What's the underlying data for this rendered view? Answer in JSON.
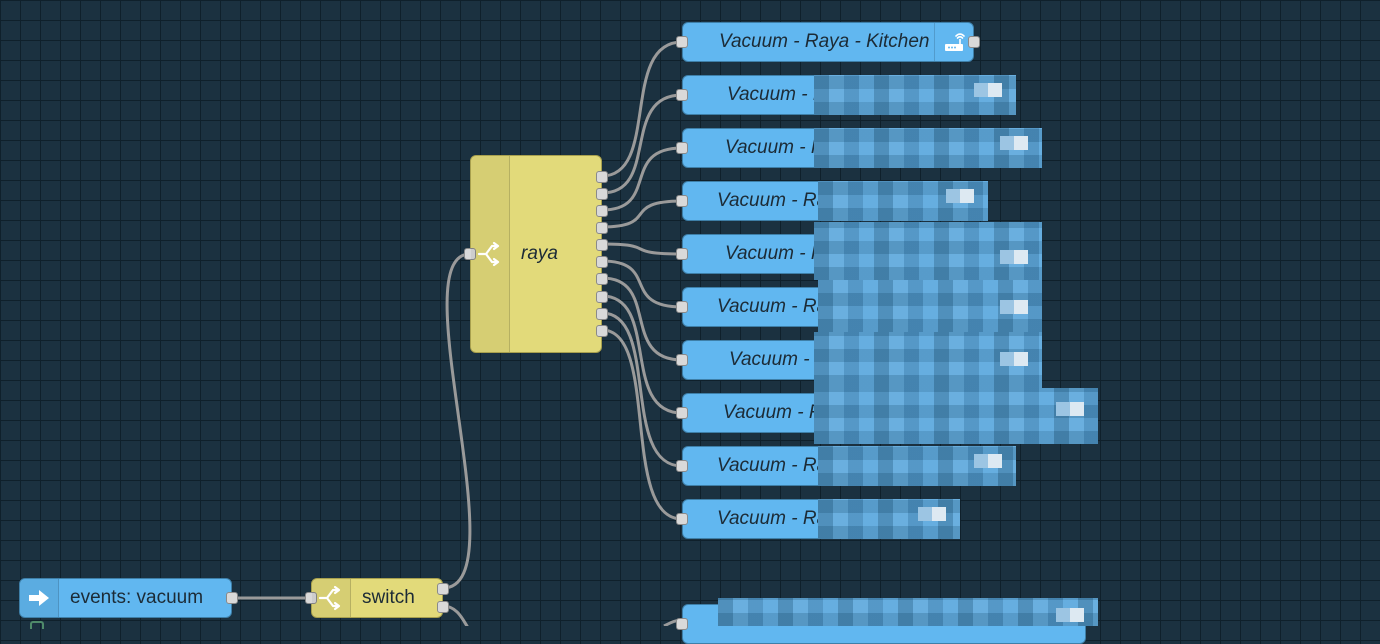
{
  "canvas": {
    "background": "#1b3140",
    "grid_color": "#0f202b",
    "wire_color": "#9a9a9a"
  },
  "nodes": {
    "inject": {
      "label": "events: vacuum",
      "icon": "arrow-right-icon",
      "color": "#61b7f0"
    },
    "switch": {
      "label": "switch",
      "icon": "switch-icon",
      "color": "#e2da7a"
    },
    "raya": {
      "label": "raya",
      "icon": "switch-icon",
      "color": "#e2da7a"
    },
    "outputs": [
      {
        "label": "Vacuum - Raya - Kitchen",
        "icon": "router-icon"
      },
      {
        "label": "Vacuum - R"
      },
      {
        "label": "Vacuum - R"
      },
      {
        "label": "Vacuum - Ra"
      },
      {
        "label": "Vacuum - R"
      },
      {
        "label": "Vacuum - Ra"
      },
      {
        "label": "Vacuum - R"
      },
      {
        "label": "Vacuum - R"
      },
      {
        "label": "Vacuum - Ra"
      },
      {
        "label": "Vacuum - Ra"
      }
    ]
  },
  "colors": {
    "action_node": "#61b7f0",
    "function_node": "#e2da7a",
    "port": "#d9d9d9"
  }
}
